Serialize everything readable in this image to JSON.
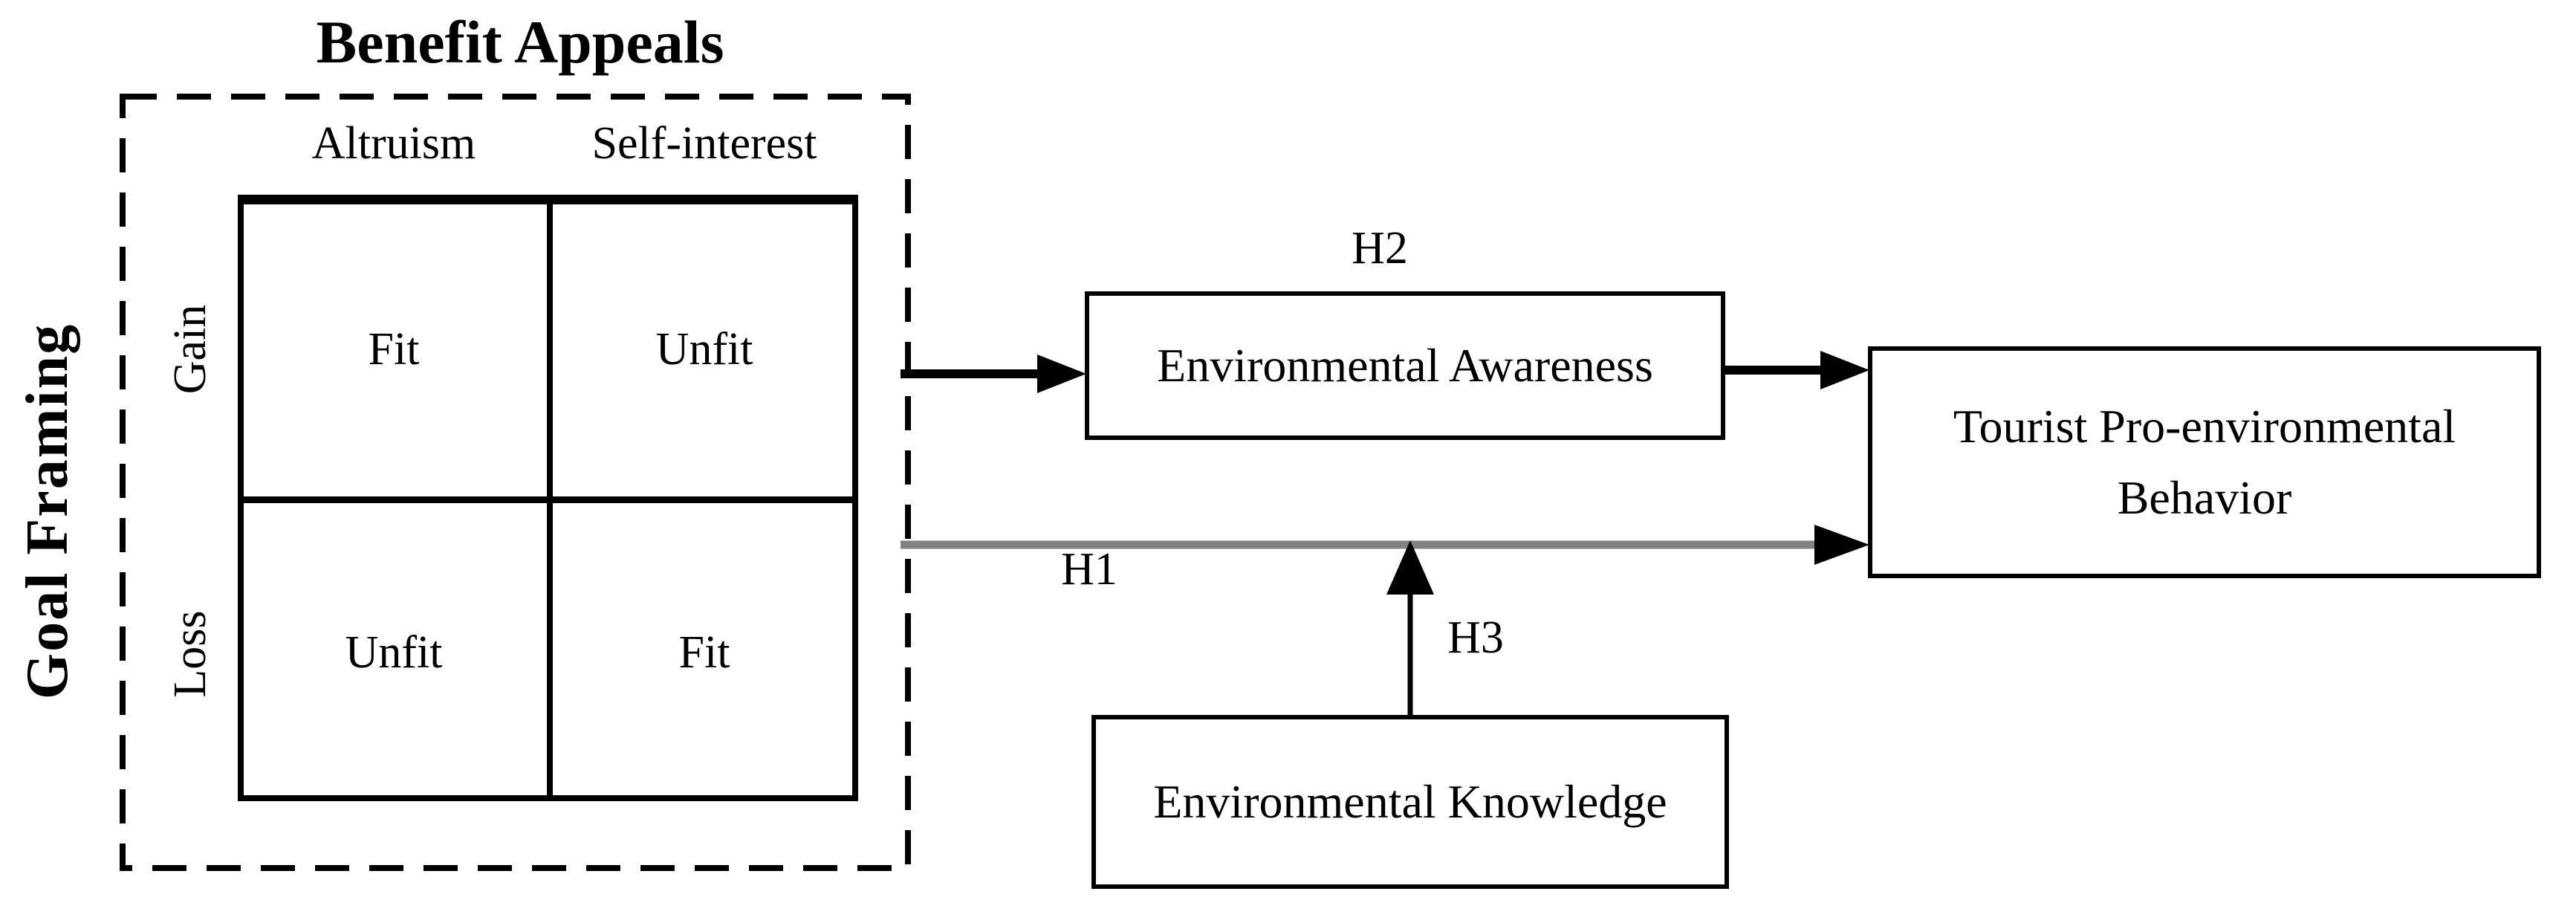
{
  "matrix": {
    "title": "Benefit Appeals",
    "y_axis_title": "Goal Framing",
    "columns": [
      "Altruism",
      "Self-interest"
    ],
    "rows": [
      "Gain",
      "Loss"
    ],
    "cells": [
      [
        "Fit",
        "Unfit"
      ],
      [
        "Unfit",
        "Fit"
      ]
    ]
  },
  "nodes": {
    "awareness": {
      "label": "Environmental Awareness"
    },
    "behavior": {
      "label": "Tourist Pro-environmental Behavior"
    },
    "knowledge": {
      "label": "Environmental Knowledge"
    }
  },
  "paths": {
    "h1": {
      "label": "H1"
    },
    "h2": {
      "label": "H2"
    },
    "h3": {
      "label": "H3"
    }
  },
  "colors": {
    "ink": "#000000",
    "h1_line": "#828282",
    "background": "#ffffff"
  }
}
